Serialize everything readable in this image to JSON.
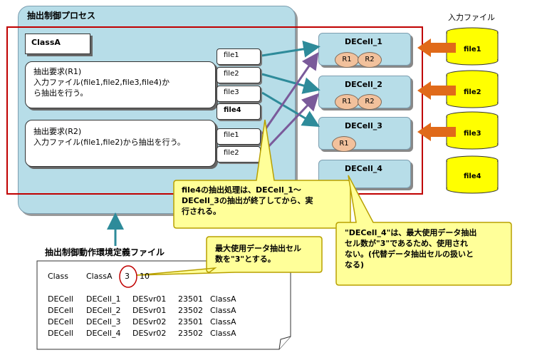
{
  "process": {
    "title": "抽出制御プロセス"
  },
  "class_box": {
    "label": "ClassA"
  },
  "request1": {
    "title": "抽出要求(R1)",
    "line2": "入力ファイル(file1,file2,file3,file4)か",
    "line3": "ら抽出を行う。"
  },
  "request2": {
    "title": "抽出要求(R2)",
    "line2": "入力ファイル(file1,file2)から抽出を行う。"
  },
  "request1_files": [
    "file1",
    "file2",
    "file3",
    "file4"
  ],
  "request2_files": [
    "file1",
    "file2"
  ],
  "cells": [
    {
      "label": "DECell_1",
      "requests": [
        "R1",
        "R2"
      ]
    },
    {
      "label": "DECell_2",
      "requests": [
        "R1",
        "R2"
      ]
    },
    {
      "label": "DECell_3",
      "requests": [
        "R1"
      ]
    },
    {
      "label": "DECell_4",
      "requests": []
    }
  ],
  "input_files": {
    "title": "入力ファイル",
    "files": [
      "file1",
      "file2",
      "file3",
      "file4"
    ]
  },
  "callouts": {
    "file4_note": [
      "file4の抽出処理は、DECell_1～",
      "DECell_3の抽出が終了してから、実",
      "行される。"
    ],
    "max_cell_note": [
      "最大使用データ抽出セル",
      "数を\"3\"とする。"
    ],
    "decell4_note": [
      "\"DECell_4\"は、最大使用データ抽出",
      "セル数が\"3\"であるため、使用され",
      "ない。(代替データ抽出セルの扱いと",
      "なる)"
    ]
  },
  "definition_file": {
    "title": "抽出制御動作環境定義ファイル",
    "class_line": {
      "keyword": "Class",
      "name": "ClassA",
      "max_cells": "3",
      "value": "10"
    },
    "rows": [
      [
        "DECell",
        "DECell_1",
        "DESvr01",
        "23501",
        "ClassA"
      ],
      [
        "DECell",
        "DECell_2",
        "DESvr01",
        "23502",
        "ClassA"
      ],
      [
        "DECell",
        "DECell_3",
        "DESvr02",
        "23501",
        "ClassA"
      ],
      [
        "DECell",
        "DECell_4",
        "DESvr02",
        "23502",
        "ClassA"
      ]
    ]
  },
  "colors": {
    "panel": "#b7dde8",
    "frame": "#c00000",
    "callout": "#ffff99",
    "callout_border": "#b8a000",
    "arrow_teal": "#2e8b9a",
    "arrow_purple": "#7a5a9a",
    "arrow_orange": "#e06a1a",
    "oval": "#f2c19c",
    "file_yellow": "#ffff00"
  }
}
